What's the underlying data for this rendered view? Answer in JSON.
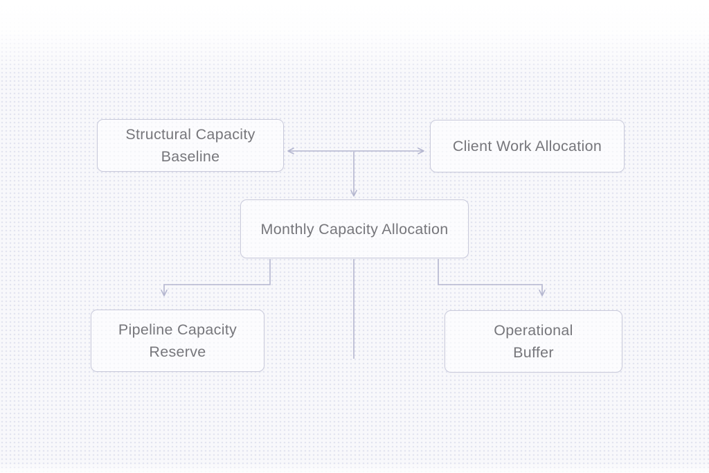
{
  "colors": {
    "canvas-bg": "#f8f8fb",
    "dot": "#e2e4f0",
    "node-border": "#c9cadb",
    "node-text": "#76767b",
    "connector": "#b4b6cf"
  },
  "diagram": {
    "nodes": {
      "structural_capacity_baseline": {
        "line1": "Structural Capacity",
        "line2": "Baseline"
      },
      "client_work_allocation": {
        "line1": "Client Work Allocation",
        "line2": ""
      },
      "monthly_capacity_allocation": {
        "line1": "Monthly Capacity Allocation",
        "line2": ""
      },
      "pipeline_capacity_reserve": {
        "line1": "Pipeline Capacity",
        "line2": "Reserve"
      },
      "operational_buffer": {
        "line1": "Operational",
        "line2": "Buffer"
      }
    },
    "edges": [
      {
        "from": "structural_capacity_baseline",
        "to": "client_work_allocation",
        "style": "double-arrow"
      },
      {
        "from": "structural_client_link_midpoint",
        "to": "monthly_capacity_allocation",
        "style": "arrow-down"
      },
      {
        "from": "monthly_capacity_allocation",
        "to": "pipeline_capacity_reserve",
        "style": "arrow-down"
      },
      {
        "from": "monthly_capacity_allocation",
        "to": "operational_buffer",
        "style": "arrow-down"
      },
      {
        "from": "monthly_capacity_allocation",
        "to": "open-end-below",
        "style": "plain-line"
      }
    ]
  }
}
